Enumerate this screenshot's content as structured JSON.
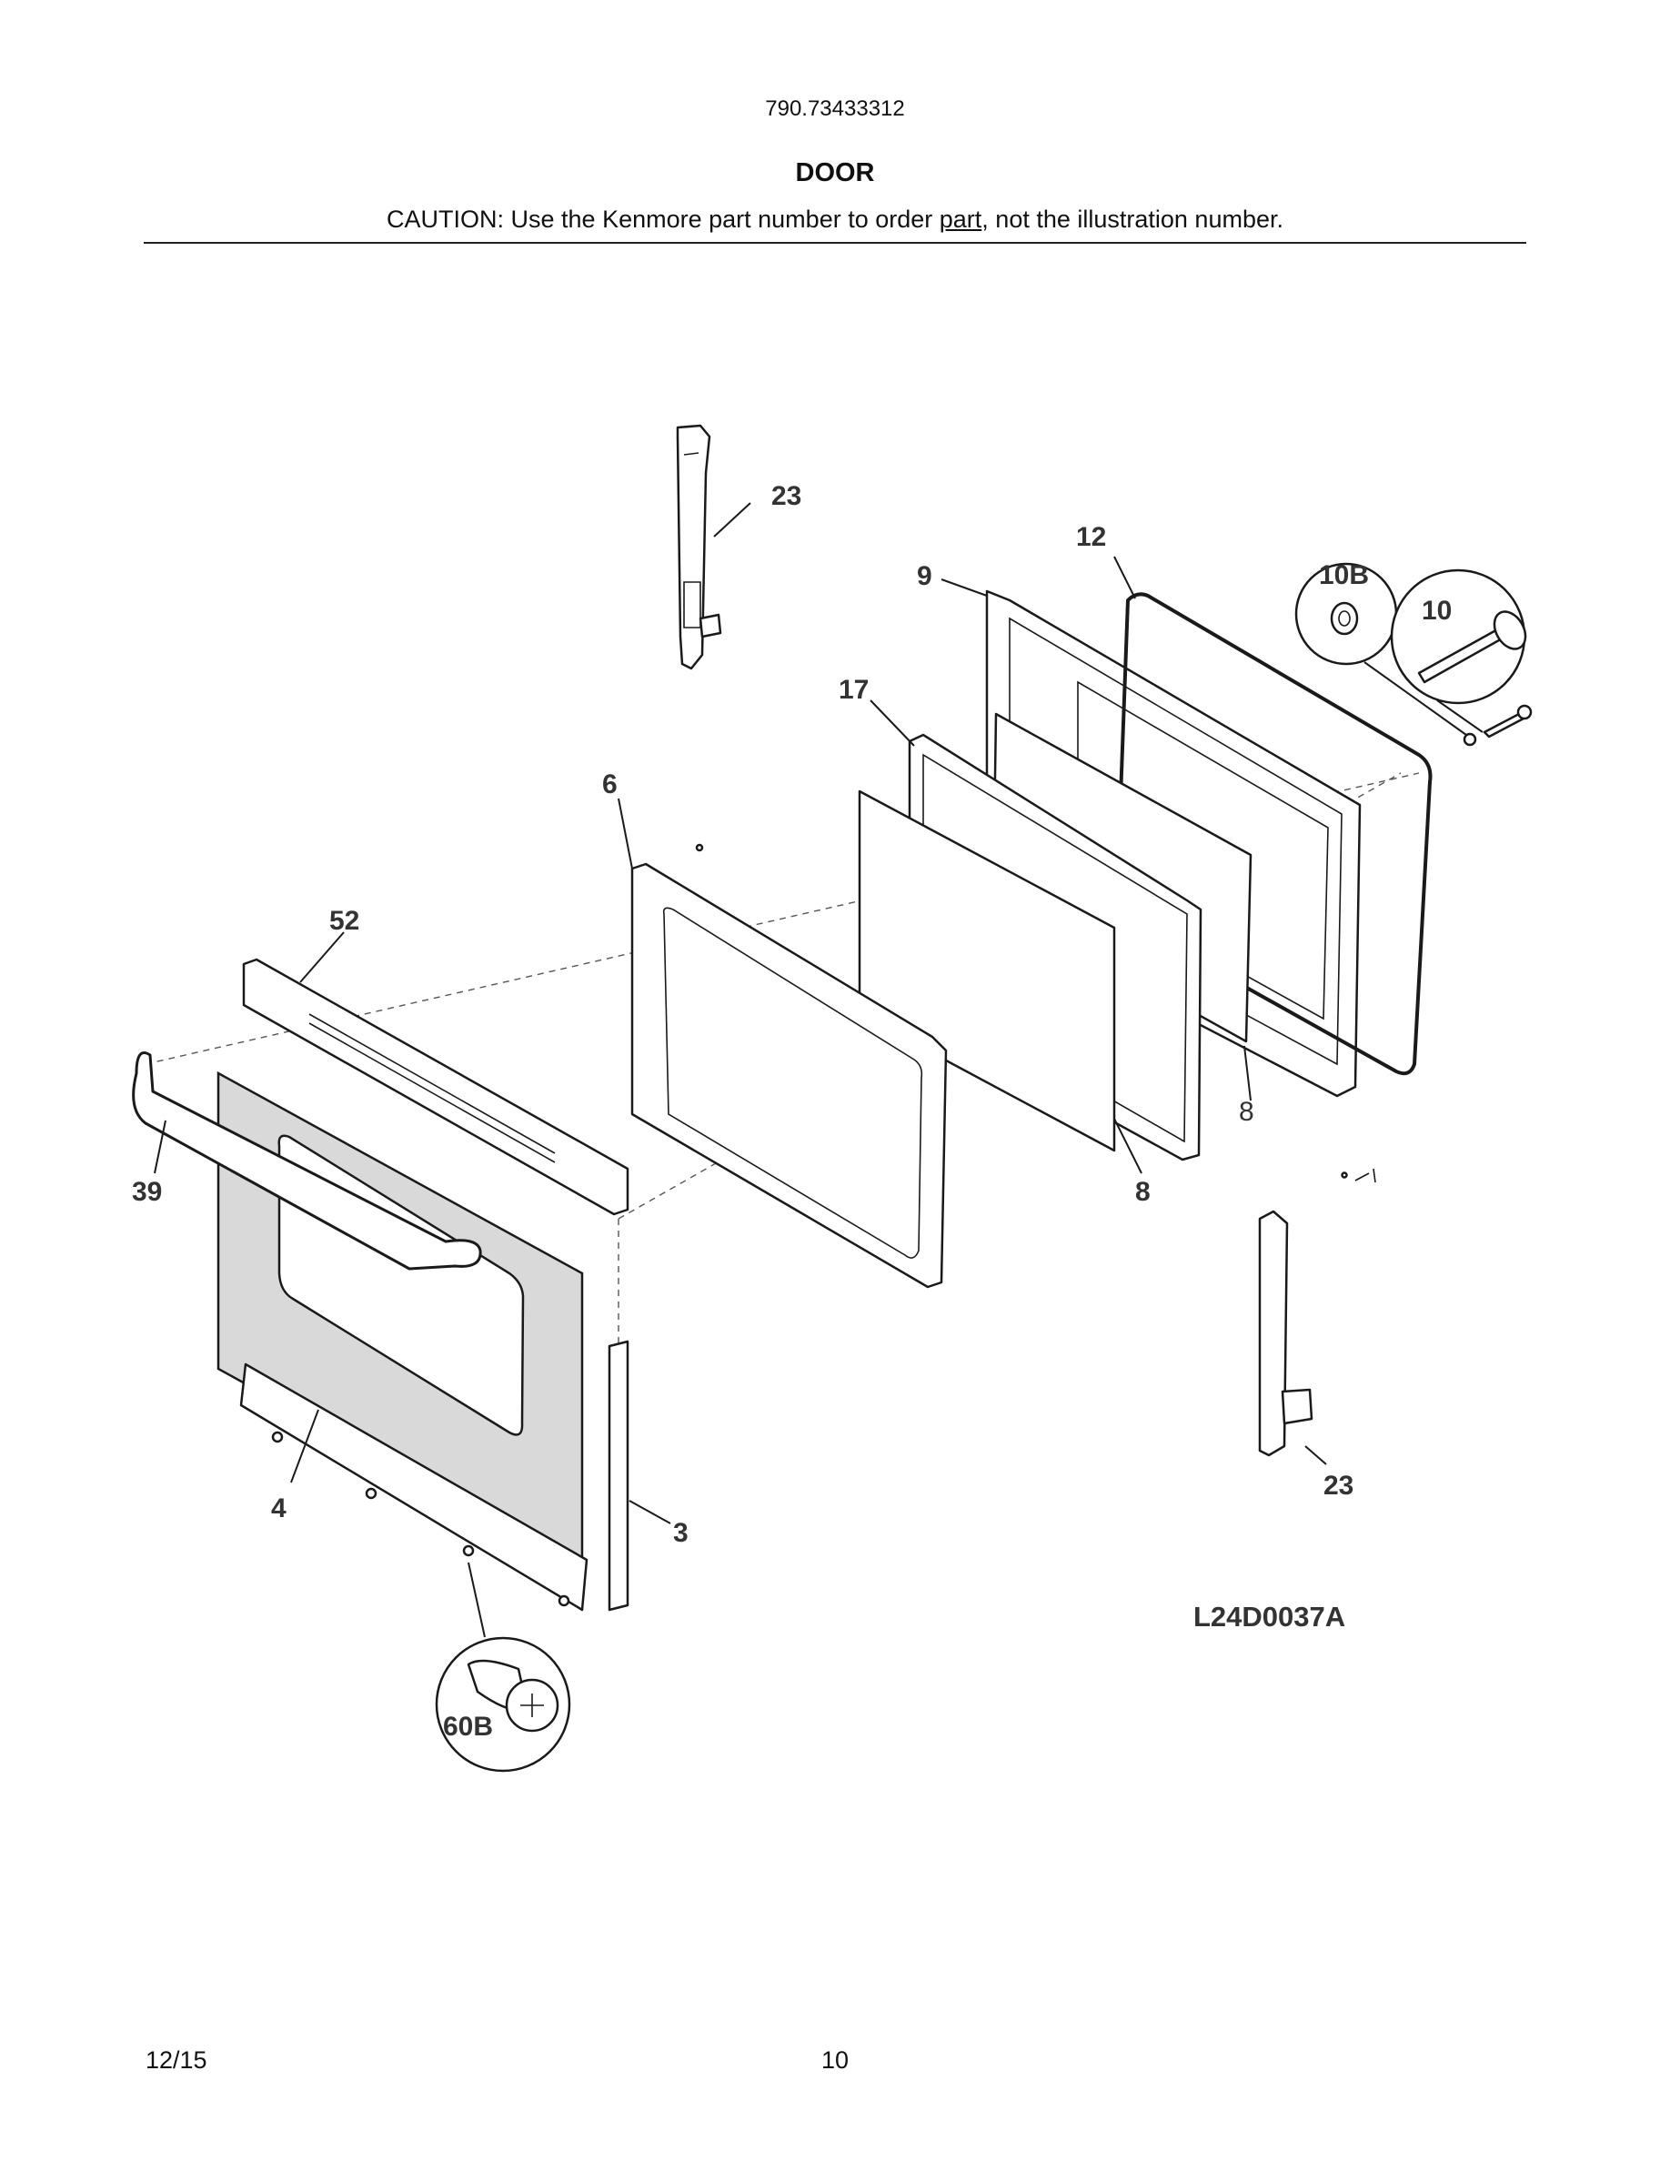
{
  "header": {
    "model_number": "790.73433312",
    "section_title": "DOOR",
    "caution_prefix": "CAUTION: Use the Kenmore part number to order ",
    "caution_underlined": "part",
    "caution_suffix": ", not the illustration number."
  },
  "diagram": {
    "code": "L24D0037A",
    "callouts": {
      "c23_top": "23",
      "c12": "12",
      "c9": "9",
      "c10b": "10B",
      "c10": "10",
      "c17": "17",
      "c6": "6",
      "c52": "52",
      "c39": "39",
      "c8_right": "8",
      "c8_mid": "8",
      "c23_bottom": "23",
      "c4": "4",
      "c3": "3",
      "c60b": "60B"
    }
  },
  "footer": {
    "date": "12/15",
    "page": "10"
  }
}
